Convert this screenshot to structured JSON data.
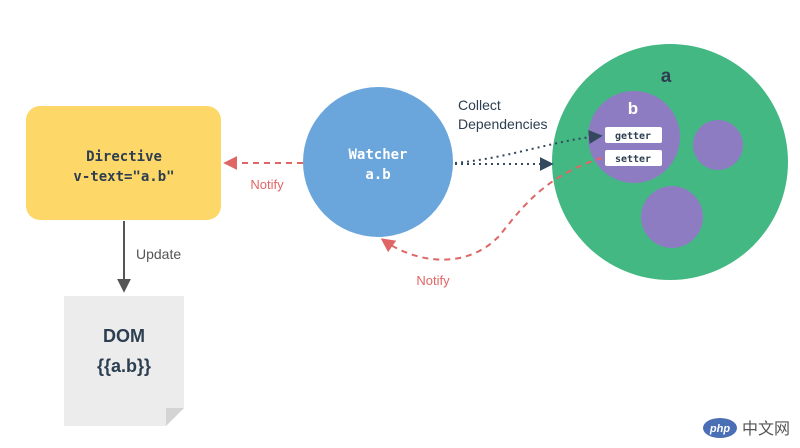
{
  "directive": {
    "line1": "Directive",
    "line2": "v-text=\"a.b\""
  },
  "watcher": {
    "line1": "Watcher",
    "line2": "a.b"
  },
  "dom": {
    "line1": "DOM",
    "line2": "{{a.b}}"
  },
  "object_a": {
    "label": "a"
  },
  "object_b": {
    "label": "b",
    "getter": "getter",
    "setter": "setter"
  },
  "edges": {
    "collect_line1": "Collect",
    "collect_line2": "Dependencies",
    "notify_top": "Notify",
    "notify_bottom": "Notify",
    "update": "Update"
  },
  "watermark": {
    "text": "中文网",
    "logo": "php"
  },
  "colors": {
    "directive": "#fdd768",
    "watcher": "#6aa6dc",
    "object_a": "#43b883",
    "object_b": "#8e7cc3",
    "dom": "#ececec",
    "notify": "#e06666",
    "collect": "#34495e",
    "text_dark": "#2c3e50"
  }
}
